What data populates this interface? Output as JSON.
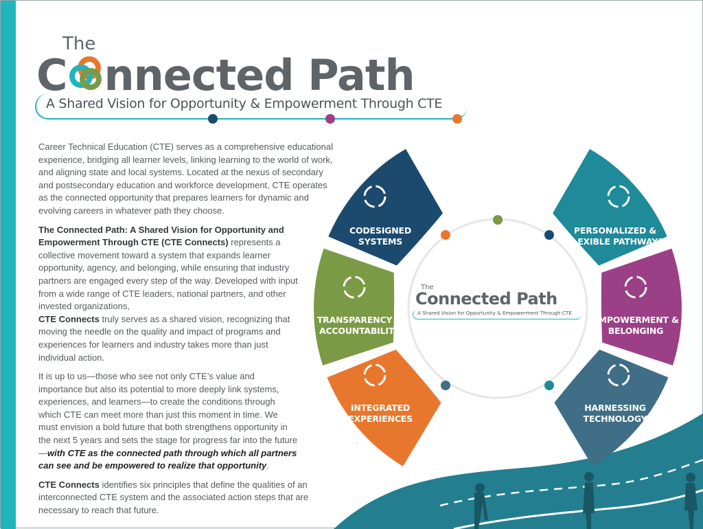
{
  "header": {
    "logo_the": "The",
    "logo_title": "Connected Path",
    "logo_title_rest": "nnected Path",
    "logo_title_first": "C",
    "tagline": "A Shared Vision for Opportunity & Empowerment Through CTE"
  },
  "colors": {
    "teal": "#1fb5bd",
    "navy": "#1c4a6e",
    "magenta": "#9b3f86",
    "orange": "#e8772e",
    "green": "#7a9a45",
    "slate": "#3f6e86",
    "petrol": "#1e8a9a"
  },
  "body": {
    "p1": "Career Technical Education (CTE) serves as a comprehensive educational experience, bridging all learner levels, linking learning to the world of work, and aligning state and local systems. Located at the nexus of secondary and postsecondary education and workforce development, CTE operates as the connected opportunity that prepares learners for dynamic and evolving careers in whatever path they choose.",
    "p2_bold": "The Connected Path: A Shared Vision for Opportunity and Empowerment Through CTE (CTE Connects)",
    "p2_a": " represents a collective movement toward a system that expands learner opportunity, agency, and belonging, while ensuring that industry partners are engaged every step of the way. Developed with input from a wide range of CTE leaders, national partners, and other invested organizations,",
    "p2_bold2": "CTE Connects",
    "p2_b": " truly serves as a shared vision, recognizing that moving the needle on the quality and impact of programs and experiences for learners and industry takes more than just individual action.",
    "p3_a": "It is up to us—those who see not only CTE’s value and importance but also its potential to more deeply link systems, experiences, and learners—to create the conditions through which CTE can meet more than just this moment in time. We must envision a bold future that both strengthens opportunity in the next 5 years and sets the stage for progress far into the future—",
    "p3_em": "with CTE as the connected path through which all partners can see and be empowered to realize that opportunity",
    "p3_end": ".",
    "p4_bold": "CTE Connects",
    "p4": " identifies six principles that define the qualities of an interconnected CTE system and the associated action steps that are necessary to reach that future."
  },
  "principles": [
    {
      "l1": "CODESIGNED",
      "l2": "SYSTEMS",
      "icon": "arrows-cycle-icon"
    },
    {
      "l1": "TRANSPARENCY &",
      "l2": "ACCOUNTABILITY",
      "icon": "magnifier-check-icon"
    },
    {
      "l1": "INTEGRATED",
      "l2": "EXPERIENCES",
      "icon": "gears-icon"
    },
    {
      "l1": "PERSONALIZED &",
      "l2": "FLEXIBLE PATHWAYS",
      "icon": "path-person-icon"
    },
    {
      "l1": "EMPOWERMENT &",
      "l2": "BELONGING",
      "icon": "people-cheering-icon"
    },
    {
      "l1": "HARNESSING",
      "l2": "TECHNOLOGY",
      "icon": "lightbulb-icon"
    }
  ],
  "center_logo": {
    "the": "The",
    "title": "Connected Path",
    "tagline": "A Shared Vision for Opportunity & Empowerment Through CTE"
  }
}
